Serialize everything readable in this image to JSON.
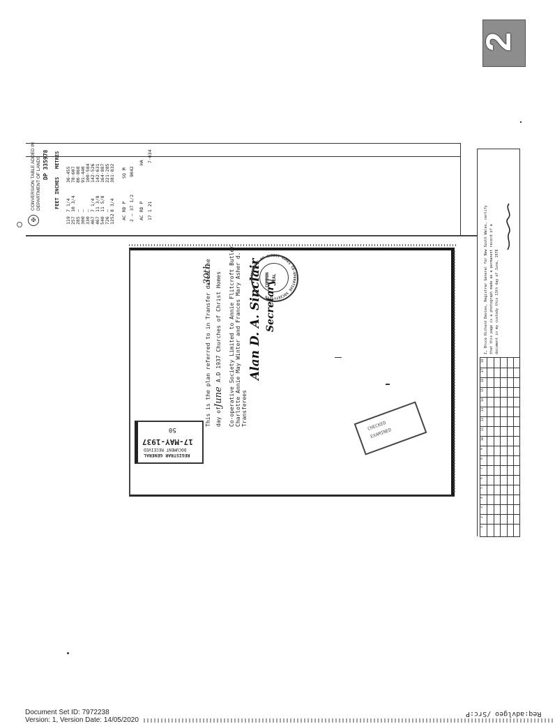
{
  "corner_tab": {
    "number": "2"
  },
  "conversion_table": {
    "heading_line1": "CONVERSION TABLE ADDED IN",
    "heading_line2": "DEPARTMENT OF LANDS",
    "dp_number": "DP 335978",
    "col_feet_inches": "FEET INCHES",
    "col_metres": "METRES",
    "rows": [
      {
        "ft": "119",
        "in": "7 1/4",
        "m": "36·455"
      },
      {
        "ft": "257",
        "in": "10 3/4",
        "m": "78·607"
      },
      {
        "ft": "285",
        "in": "–",
        "m": "86·868"
      },
      {
        "ft": "300",
        "in": "–",
        "m": "91·440"
      },
      {
        "ft": "330",
        "in": "–",
        "m": "100·584"
      },
      {
        "ft": "467",
        "in": "7 1/4",
        "m": "142·526"
      },
      {
        "ft": "467",
        "in": "11 3/8",
        "m": "142·631"
      },
      {
        "ft": "540",
        "in": "11 5/8",
        "m": "164·887"
      },
      {
        "ft": "726",
        "in": "–",
        "m": "221·285"
      },
      {
        "ft": "1252",
        "in": "8 3/4",
        "m": "381·832"
      }
    ],
    "area1_header": "AC RD P",
    "area1_unit": "SQ M",
    "area1_value": "2 – 37 1/2",
    "area1_metric": "9042",
    "area2_header": "AC RD P",
    "area2_unit": "HA",
    "area2_value": "17 1 21",
    "area2_metric": "7·034"
  },
  "plan_sheet": {
    "line1": "This is the plan referred to in Transfer dated the",
    "handwritten_day": "30th",
    "line2_prefix": "day of",
    "handwritten_month": "June",
    "line2_suffix": "A.D 1937  Churches of Christ Homes",
    "line3": "Co-operative Society Limited to Annie Flitcroft Butler",
    "line4": "Charlotte Annie May Winter and Frances Mary Asher d.",
    "line5": "Transferees",
    "signature": "Alan D. A. Sinclair",
    "signature_title": "Secretary",
    "seal_line1": "COMMON",
    "seal_line2": "SEAL",
    "seal_ring": "CHURCHES OF CHRIST HOMES CO-OPERATIVE SOCIETY LTD",
    "stamp_received_date": "17-MAY-1937",
    "stamp_received_line1": "DOCUMENT RECEIVED",
    "stamp_received_line2": "REGISTRAR GENERAL",
    "stamp_received_num": "50",
    "stamp_second_line1": "CHECKED",
    "stamp_second_line2": "EXAMINED"
  },
  "certification": {
    "text_line1": "I, Bruce Richard Davies, Registrar General for New South Wales, certify",
    "text_line2": "that this page is a photograph made as a permanent record of a",
    "text_line3": "document in my custody this 13th day of June, 1978",
    "grid_labels": [
      "1",
      "2",
      "3",
      "4",
      "5",
      "6",
      "7",
      "8",
      "9",
      "10",
      "11",
      "12",
      "13",
      "14",
      "15",
      "16",
      "17",
      "18"
    ]
  },
  "footer": {
    "doc_set_id": "Document Set ID: 7972238",
    "version": "Version: 1, Version Date: 14/05/2020",
    "ref_mirrored": "Req:advlgeo /Src:P"
  }
}
